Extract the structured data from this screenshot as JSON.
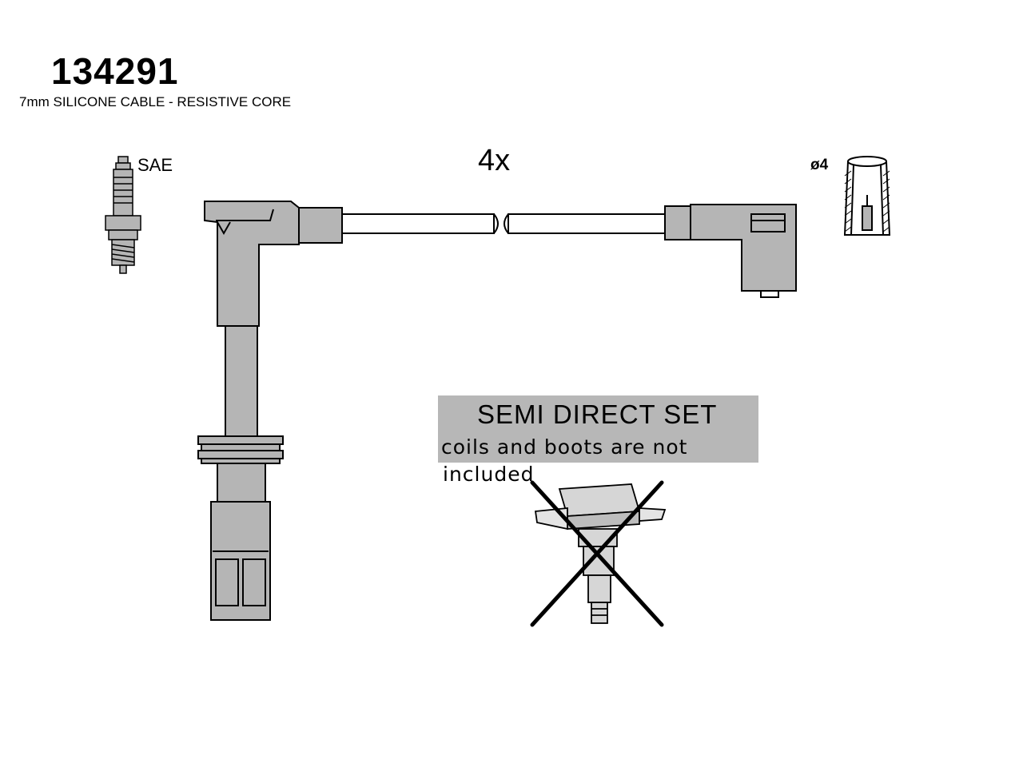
{
  "header": {
    "part_number": "134291",
    "subtitle": "7mm SILICONE CABLE - RESISTIVE CORE"
  },
  "labels": {
    "spark_plug": "SAE",
    "quantity": "4x",
    "terminal_diameter": "ø4"
  },
  "note": {
    "title": "SEMI DIRECT SET",
    "line1": "coils and boots are not",
    "line2": "included"
  },
  "colors": {
    "part_fill": "#b5b5b5",
    "note_background": "#b7b7b7",
    "outline": "#000000"
  },
  "icons": {
    "spark_plug": "spark-plug-icon",
    "terminal": "terminal-connector-icon",
    "ignition_coil": "ignition-coil-icon",
    "cross_out": "cross-out-icon"
  }
}
